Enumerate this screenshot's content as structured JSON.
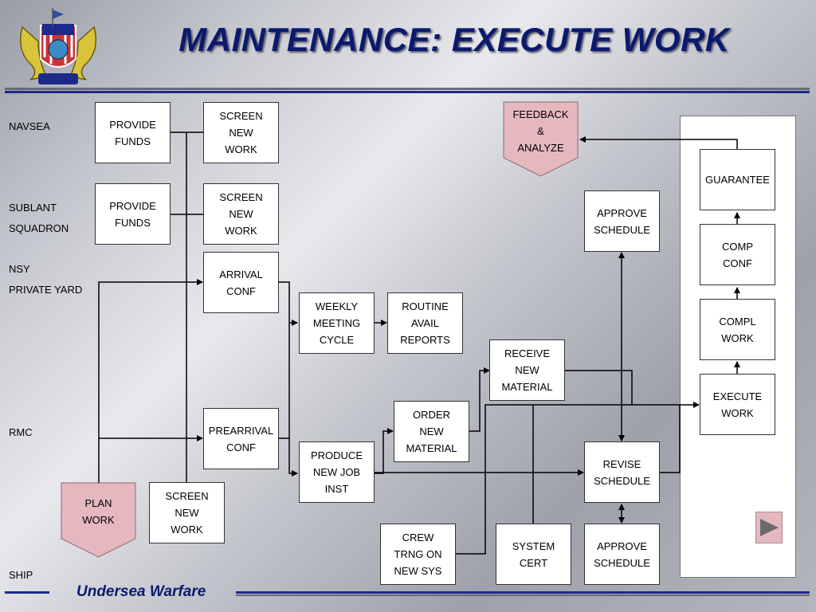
{
  "title": "MAINTENANCE: EXECUTE WORK",
  "footer": "Undersea Warfare",
  "lanes": {
    "navsea": "NAVSEA",
    "sublant": "SUBLANT\nSQUADRON",
    "nsy": "NSY\nPRIVATE YARD",
    "rmc": "RMC",
    "ship": "SHIP"
  },
  "boxes": {
    "provide_funds_1": "PROVIDE\nFUNDS",
    "screen_new_work_1": "SCREEN\nNEW\nWORK",
    "provide_funds_2": "PROVIDE\nFUNDS",
    "screen_new_work_2": "SCREEN\nNEW\nWORK",
    "arrival_conf": "ARRIVAL\nCONF",
    "prearrival_conf": "PREARRIVAL\nCONF",
    "screen_new_work_3": "SCREEN\nNEW\nWORK",
    "weekly_meeting_cycle": "WEEKLY\nMEETING\nCYCLE",
    "routine_avail_reports": "ROUTINE\nAVAIL\nREPORTS",
    "receive_new_material": "RECEIVE\nNEW\nMATERIAL",
    "order_new_material": "ORDER\nNEW\nMATERIAL",
    "produce_new_job_inst": "PRODUCE\nNEW JOB\nINST",
    "crew_trng_on_new_sys": "CREW\nTRNG ON\nNEW SYS",
    "system_cert": "SYSTEM\nCERT",
    "approve_schedule_1": "APPROVE\nSCHEDULE",
    "revise_schedule": "REVISE\nSCHEDULE",
    "approve_schedule_2": "APPROVE\nSCHEDULE",
    "guarantee": "GUARANTEE",
    "comp_conf": "COMP\nCONF",
    "compl_work": "COMPL\nWORK",
    "execute_work": "EXECUTE\nWORK"
  },
  "pentagons": {
    "feedback_analyze": "FEEDBACK\n&\nANALYZE",
    "plan_work": "PLAN\nWORK"
  },
  "colors": {
    "title": "#0b1a6e",
    "rule": "#1c2a8c",
    "pentagon_fill": "#e5b8bf",
    "line": "#000000"
  },
  "icons": {
    "logo": "submarine-force-emblem-icon",
    "next": "play-arrow-icon"
  }
}
